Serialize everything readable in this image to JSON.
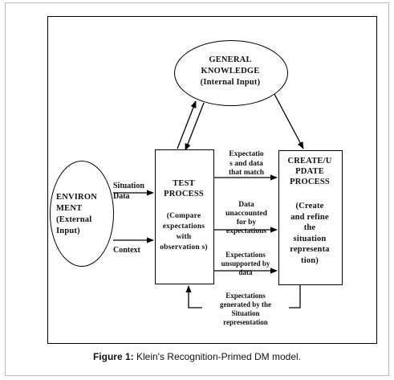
{
  "general_knowledge": {
    "text": "GENERAL\nKNOWLEDGE\n(Internal Input)"
  },
  "environment": {
    "text": "ENVIRON\nMENT\n(External\nInput)"
  },
  "test_process": {
    "title": "TEST\nPROCESS",
    "body": "(Compare\nexpectations\nwith\nobservation s)"
  },
  "create_update": {
    "title": "CREATE/U\nPDATE\nPROCESS",
    "body": "(Create\nand refine\nthe\nsituation\nrepresenta\ntion)"
  },
  "labels": {
    "situation_data": "Situation\nData",
    "context": "Context",
    "expectations_match": "Expectatio\ns and data\nthat match",
    "data_unaccounted": "Data\nunaccounted\nfor by\nexpectations",
    "expectations_unsupported": "Expectations\nunsupported by\ndata",
    "expectations_generated": "Expectations\ngenerated by the\nSituation\nrepresentation"
  },
  "caption": {
    "label": "Figure 1:",
    "text": " Klein's Recognition-Primed DM model."
  }
}
